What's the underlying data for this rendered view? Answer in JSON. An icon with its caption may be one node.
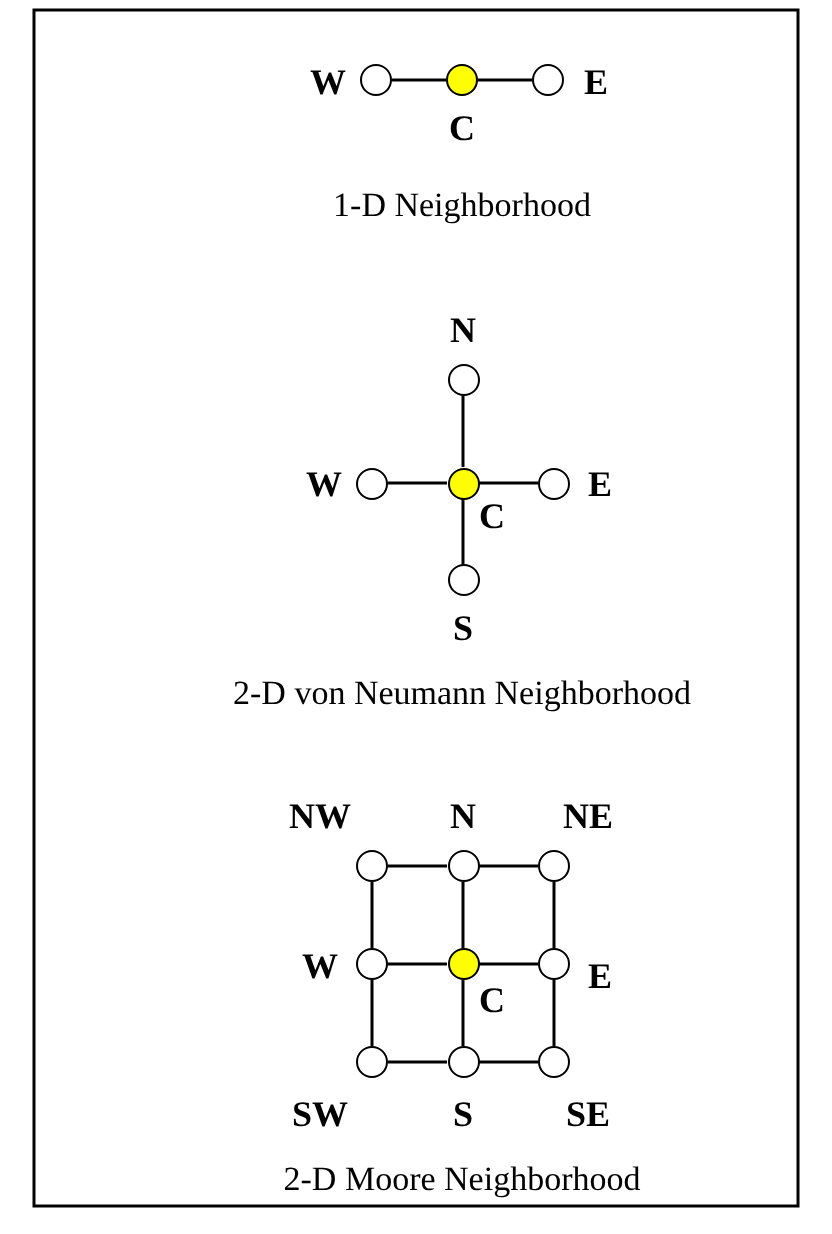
{
  "diagram": {
    "nodes": [
      {
        "text": [],
        "shape": "circle",
        "beside": [
          "W"
        ]
      },
      {
        "text": [],
        "shape": "circle",
        "beside": [
          "C"
        ]
      },
      {
        "text": [],
        "shape": "circle",
        "beside": [
          "E"
        ]
      },
      {
        "text": [],
        "shape": "circle",
        "beside": [
          "N"
        ]
      },
      {
        "text": [],
        "shape": "circle",
        "beside": [
          "W"
        ]
      },
      {
        "text": [],
        "shape": "circle",
        "beside": [
          "C"
        ]
      },
      {
        "text": [],
        "shape": "circle",
        "beside": [
          "E"
        ]
      },
      {
        "text": [],
        "shape": "circle",
        "beside": [
          "S"
        ]
      },
      {
        "text": [],
        "shape": "circle",
        "beside": [
          "NW"
        ]
      },
      {
        "text": [],
        "shape": "circle",
        "beside": [
          "N"
        ]
      },
      {
        "text": [],
        "shape": "circle",
        "beside": [
          "NE"
        ]
      },
      {
        "text": [],
        "shape": "circle",
        "beside": [
          "W"
        ]
      },
      {
        "text": [],
        "shape": "circle",
        "beside": [
          "C"
        ]
      },
      {
        "text": [],
        "shape": "circle",
        "beside": [
          "E"
        ]
      },
      {
        "text": [],
        "shape": "circle",
        "beside": [
          "SW"
        ]
      },
      {
        "text": [],
        "shape": "circle",
        "beside": [
          "S"
        ]
      },
      {
        "text": [],
        "shape": "circle",
        "beside": [
          "SE"
        ]
      }
    ],
    "edges": [
      {
        "from": 0,
        "to": 1,
        "arrow": "none"
      },
      {
        "from": 1,
        "to": 2,
        "arrow": "none"
      },
      {
        "from": 3,
        "to": 5,
        "arrow": "none"
      },
      {
        "from": 4,
        "to": 5,
        "arrow": "none"
      },
      {
        "from": 5,
        "to": 6,
        "arrow": "none"
      },
      {
        "from": 5,
        "to": 7,
        "arrow": "none"
      },
      {
        "from": 8,
        "to": 9,
        "arrow": "none"
      },
      {
        "from": 9,
        "to": 10,
        "arrow": "none"
      },
      {
        "from": 11,
        "to": 12,
        "arrow": "none"
      },
      {
        "from": 12,
        "to": 13,
        "arrow": "none"
      },
      {
        "from": 14,
        "to": 15,
        "arrow": "none"
      },
      {
        "from": 15,
        "to": 16,
        "arrow": "none"
      },
      {
        "from": 8,
        "to": 11,
        "arrow": "none"
      },
      {
        "from": 11,
        "to": 14,
        "arrow": "none"
      },
      {
        "from": 9,
        "to": 12,
        "arrow": "none"
      },
      {
        "from": 12,
        "to": 15,
        "arrow": "none"
      },
      {
        "from": 10,
        "to": 13,
        "arrow": "none"
      },
      {
        "from": 13,
        "to": 16,
        "arrow": "none"
      }
    ],
    "labels": [
      "1-D Neighborhood",
      "2-D von Neumann Neighborhood",
      "2-D Moore Neighborhood"
    ]
  }
}
